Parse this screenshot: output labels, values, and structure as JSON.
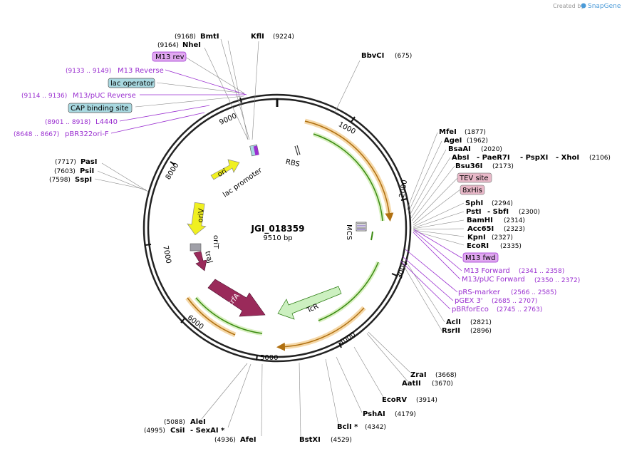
{
  "brand": {
    "created_by": "Created by",
    "name": "SnapGene"
  },
  "plasmid": {
    "name": "JGI_018359",
    "length": "9510 bp"
  },
  "ticks": [
    "1000",
    "2000",
    "3000",
    "4000",
    "5000",
    "6000",
    "7000",
    "8000",
    "9000"
  ],
  "features": {
    "ori": "ori",
    "lac_promoter": "lac promoter",
    "rbs": "RBS",
    "mcs": "MCS",
    "oriV": "oriV",
    "oriT": "oriT",
    "traJ": "traJ",
    "trfA": "trfA",
    "tcr": "TcR"
  },
  "enzymes_left": [
    {
      "pos": "(9168)",
      "name": "BmtI"
    },
    {
      "pos": "(9164)",
      "name": "NheI"
    },
    {
      "pos": "(7717)",
      "name": "PasI"
    },
    {
      "pos": "(7603)",
      "name": "PsiI"
    },
    {
      "pos": "(7598)",
      "name": "SspI"
    }
  ],
  "enzyme_kfli": {
    "name": "KflI",
    "pos": "(9224)"
  },
  "enzyme_bbvci": {
    "name": "BbvCI",
    "pos": "(675)"
  },
  "enzymes_right": [
    {
      "name": "MfeI",
      "pos": "(1877)"
    },
    {
      "name": "AgeI",
      "pos": "(1962)"
    },
    {
      "name": "BsaAI",
      "pos": "(2020)"
    },
    {
      "name": "AbsI",
      "name2": "PaeR7I",
      "name3": "PspXI",
      "name4": "XhoI",
      "pos": "(2106)"
    },
    {
      "name": "Bsu36I",
      "pos": "(2173)"
    },
    {
      "name": "SphI",
      "pos": "(2294)"
    },
    {
      "name": "PstI",
      "name2": "SbfI",
      "pos": "(2300)"
    },
    {
      "name": "BamHI",
      "pos": "(2314)"
    },
    {
      "name": "Acc65I",
      "pos": "(2323)"
    },
    {
      "name": "KpnI",
      "pos": "(2327)"
    },
    {
      "name": "EcoRI",
      "pos": "(2335)"
    },
    {
      "name": "AclI",
      "pos": "(2821)"
    },
    {
      "name": "RsrII",
      "pos": "(2896)"
    }
  ],
  "enzymes_bottom": [
    {
      "name": "ZraI",
      "pos": "(3668)"
    },
    {
      "name": "AatII",
      "pos": "(3670)"
    },
    {
      "name": "EcoRV",
      "pos": "(3914)"
    },
    {
      "name": "PshAI",
      "pos": "(4179)"
    },
    {
      "name": "BclI *",
      "pos": "(4342)"
    },
    {
      "name": "BstXI",
      "pos": "(4529)"
    },
    {
      "name": "AfeI",
      "pos": "(4936)"
    },
    {
      "name": "CsiI",
      "name2": "SexAI *",
      "pos": "(4995)"
    },
    {
      "name": "AleI",
      "pos": "(5088)"
    }
  ],
  "tags_right": [
    {
      "label": "TEV site",
      "color": "#e8b8c8"
    },
    {
      "label": "8xHis",
      "color": "#e8b8c8"
    },
    {
      "label": "M13 fwd",
      "color": "#e0a8f0"
    }
  ],
  "tags_left": [
    {
      "label": "M13 rev",
      "color": "#e0a8f0"
    },
    {
      "label": "lac operator",
      "color": "#a8d8e0"
    },
    {
      "label": "CAP binding site",
      "color": "#a8d8e0"
    }
  ],
  "primers_left": [
    {
      "pos": "(9133 .. 9149)",
      "name": "M13 Reverse"
    },
    {
      "pos": "(9114 .. 9136)",
      "name": "M13/pUC Reverse"
    },
    {
      "pos": "(8901 .. 8918)",
      "name": "L4440"
    },
    {
      "pos": "(8648 .. 8667)",
      "name": "pBR322ori-F"
    }
  ],
  "primers_right": [
    {
      "name": "M13 Forward",
      "pos": "(2341 .. 2358)"
    },
    {
      "name": "M13/pUC Forward",
      "pos": "(2350 .. 2372)"
    },
    {
      "name": "pRS-marker",
      "pos": "(2566 .. 2585)"
    },
    {
      "name": "pGEX 3'",
      "pos": "(2685 .. 2707)"
    },
    {
      "name": "pBRforEco",
      "pos": "(2745 .. 2763)"
    }
  ],
  "colors": {
    "primer": "#9a2fd0",
    "backbone": "#222222",
    "arc_orange": "#e8a030",
    "arc_green": "#5aa020"
  }
}
